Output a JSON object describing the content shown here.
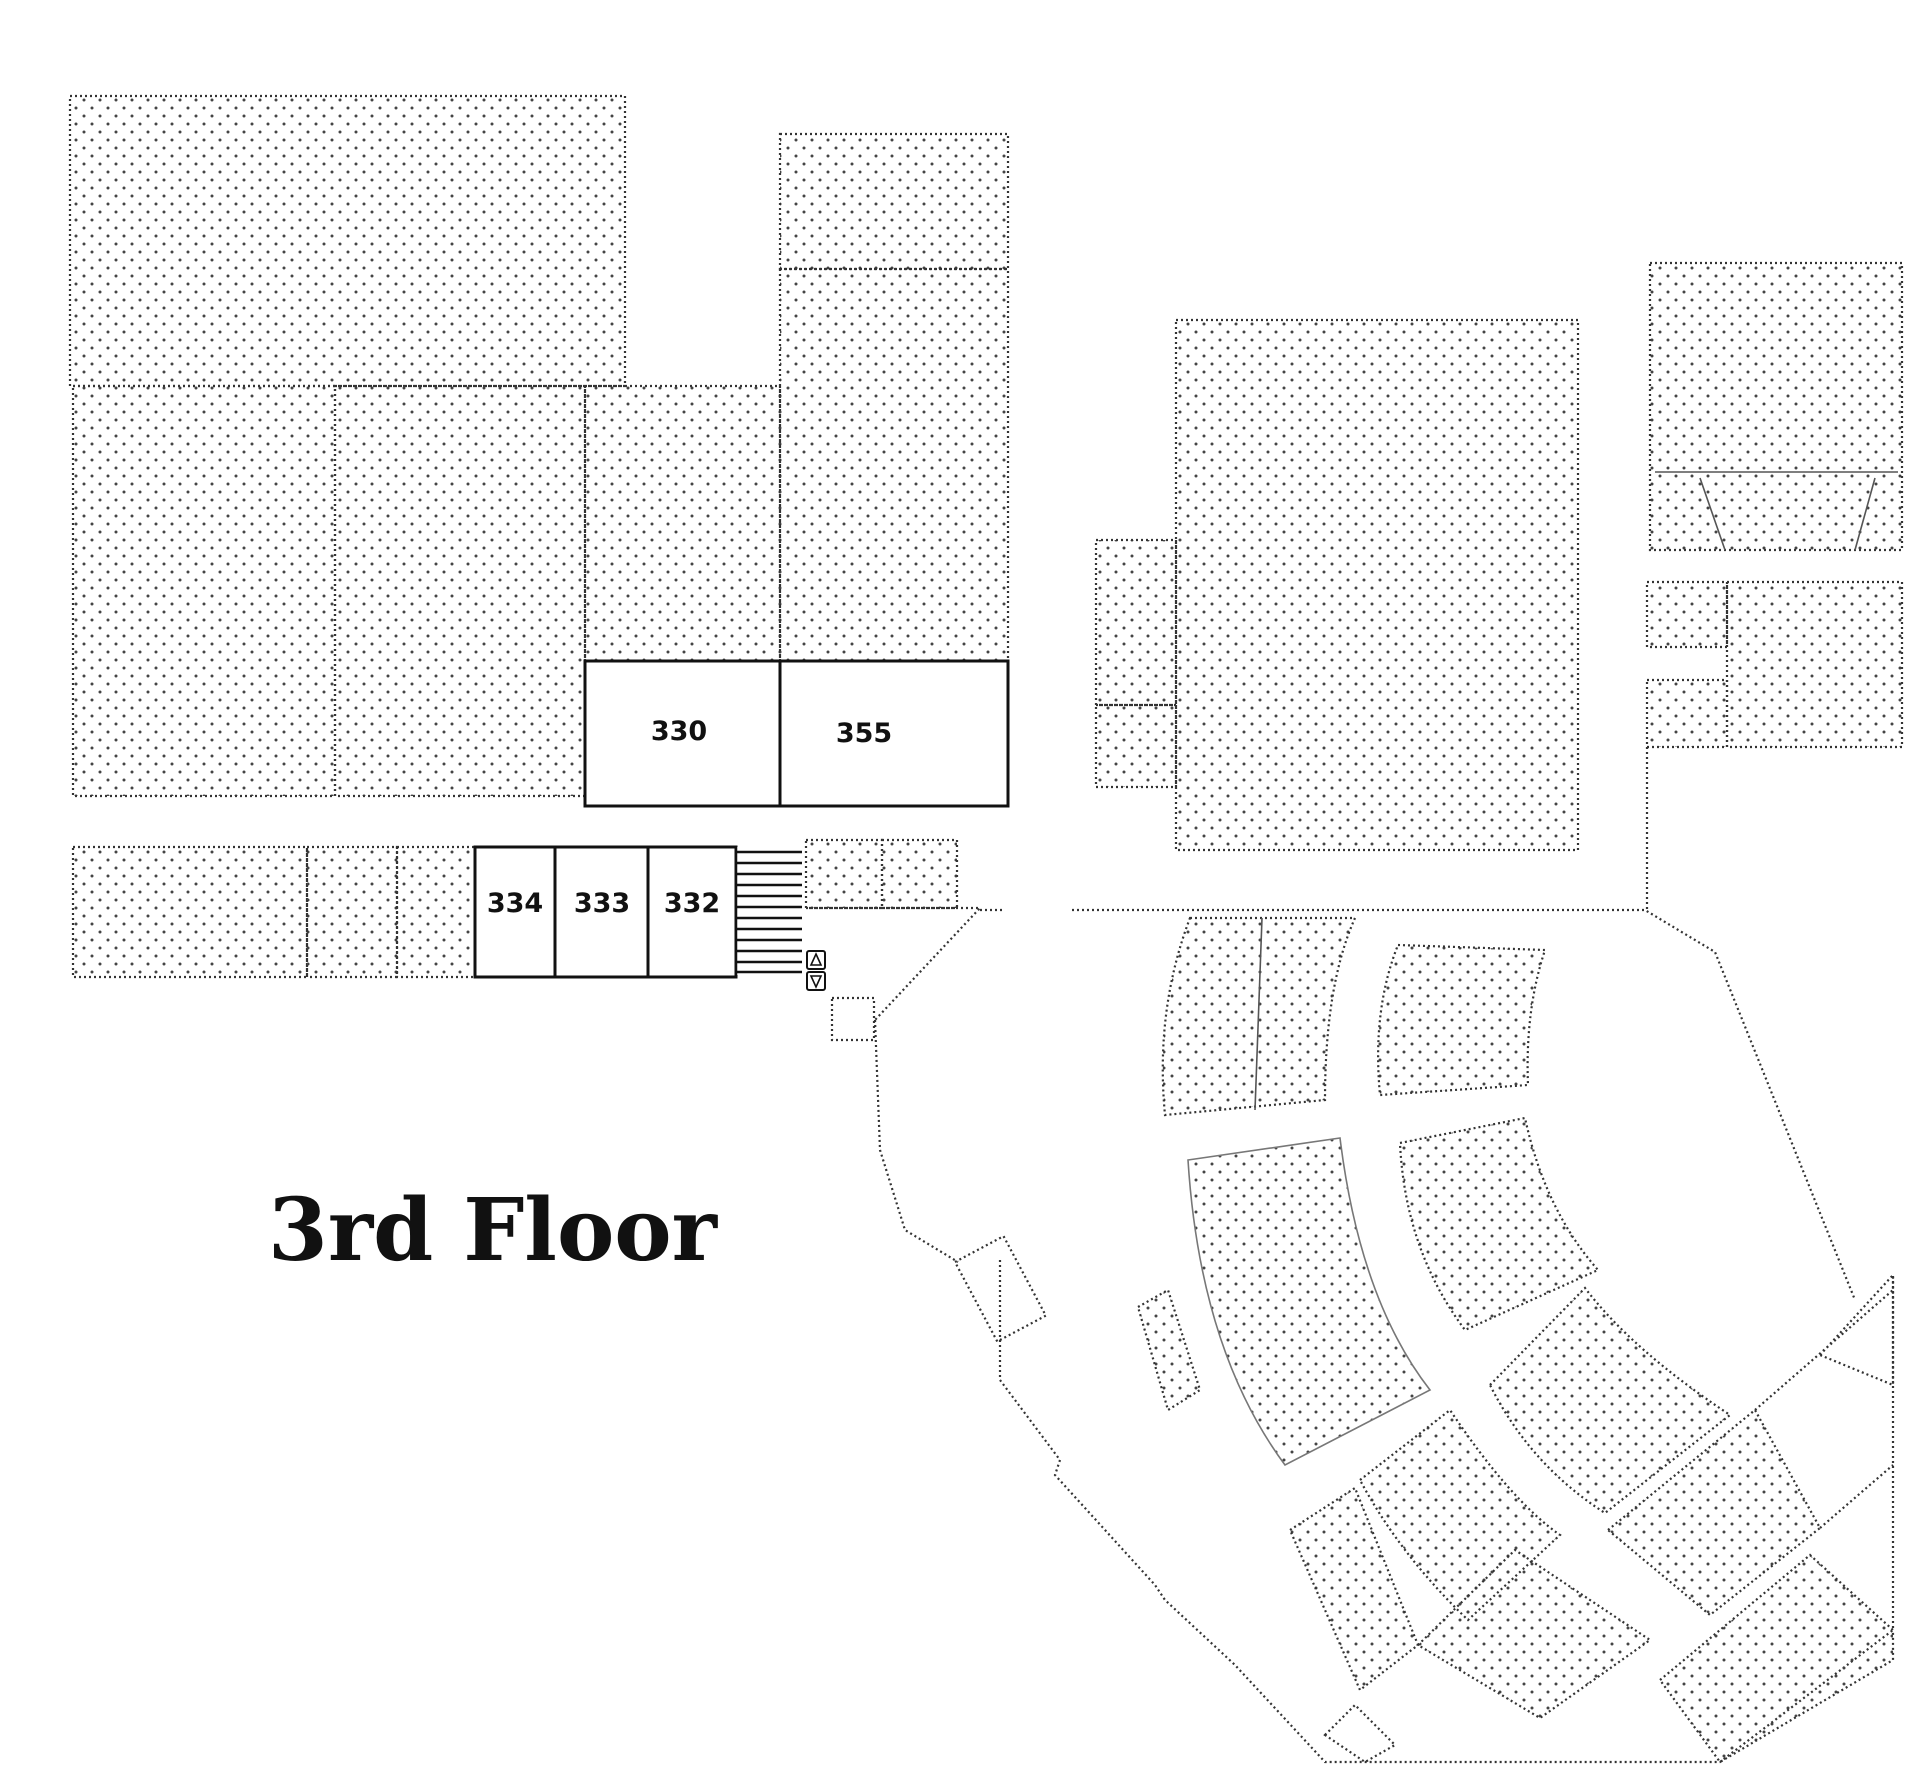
{
  "title": "3rd Floor",
  "rooms": [
    "330",
    "355",
    "334",
    "333",
    "332"
  ],
  "icons": {
    "elevator_up": "triangle-up-icon",
    "elevator_down": "triangle-down-icon",
    "stairs": "stairs-icon"
  },
  "colors": {
    "ink": "#111111",
    "background": "#ffffff"
  }
}
